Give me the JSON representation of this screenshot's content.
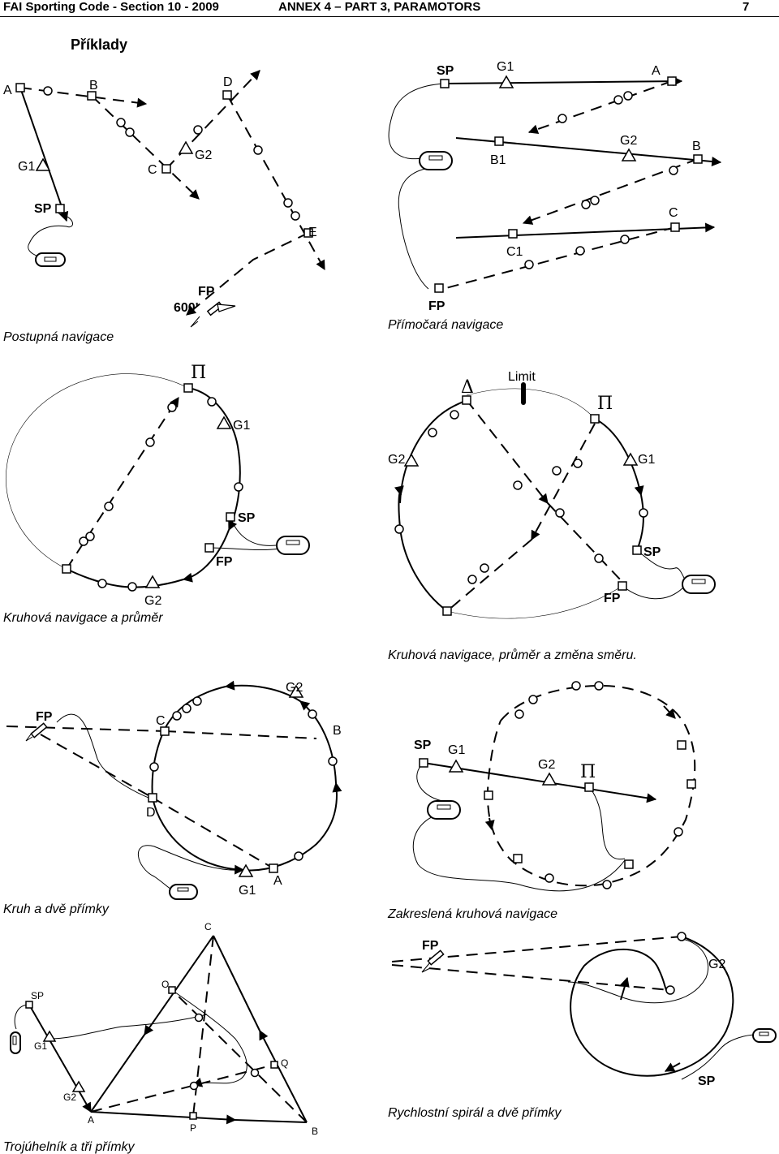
{
  "header": {
    "left": "FAI Sporting Code - Section 10 - 2009",
    "center": "ANNEX 4 – PART 3, PARAMOTORS",
    "page": "7"
  },
  "title": "Příklady",
  "panels": {
    "postupna": {
      "caption": "Postupná navigace",
      "labels": {
        "A": "A",
        "B": "B",
        "D": "D",
        "G1": "G1",
        "C": "C",
        "G2": "G2",
        "SP": "SP",
        "E": "E",
        "FP": "FP",
        "alt": "600'"
      }
    },
    "primocara": {
      "caption": "Přímočará navigace",
      "labels": {
        "SP": "SP",
        "G1": "G1",
        "A": "A",
        "B1": "B1",
        "G2": "G2",
        "B": "B",
        "C": "C",
        "C1": "C1",
        "FP": "FP"
      }
    },
    "kruhova1": {
      "caption": "Kruhová navigace a průměr",
      "labels": {
        "pi": "Π",
        "G1": "G1",
        "SP": "SP",
        "FP": "FP",
        "G2": "G2"
      }
    },
    "kruhova2": {
      "caption": "Kruhová navigace, průměr a změna směru.",
      "labels": {
        "delta": "Δ",
        "limit": "Limit",
        "pi": "Π",
        "G2": "G2",
        "G1": "G1",
        "SP": "SP",
        "FP": "FP"
      }
    },
    "kruh": {
      "caption": "Kruh a dvě přímky",
      "labels": {
        "FP": "FP",
        "C": "C",
        "G2": "G2",
        "B": "B",
        "D": "D",
        "G1": "G1",
        "A": "A"
      }
    },
    "zakreslena": {
      "caption": "Zakreslená kruhová navigace",
      "labels": {
        "SP": "SP",
        "G1": "G1",
        "G2": "G2",
        "pi": "Π"
      }
    },
    "trojuhelnik": {
      "caption": "Trojúhelník a tři přímky",
      "labels": {
        "C": "C",
        "O": "O",
        "SP": "SP",
        "G1": "G1",
        "Q": "Q",
        "G2": "G2",
        "A": "A",
        "P": "P",
        "B": "B"
      }
    },
    "spiral": {
      "caption": "Rychlostní spirál a dvě přímky",
      "labels": {
        "FP": "FP",
        "G2": "G2",
        "SP": "SP"
      }
    }
  }
}
